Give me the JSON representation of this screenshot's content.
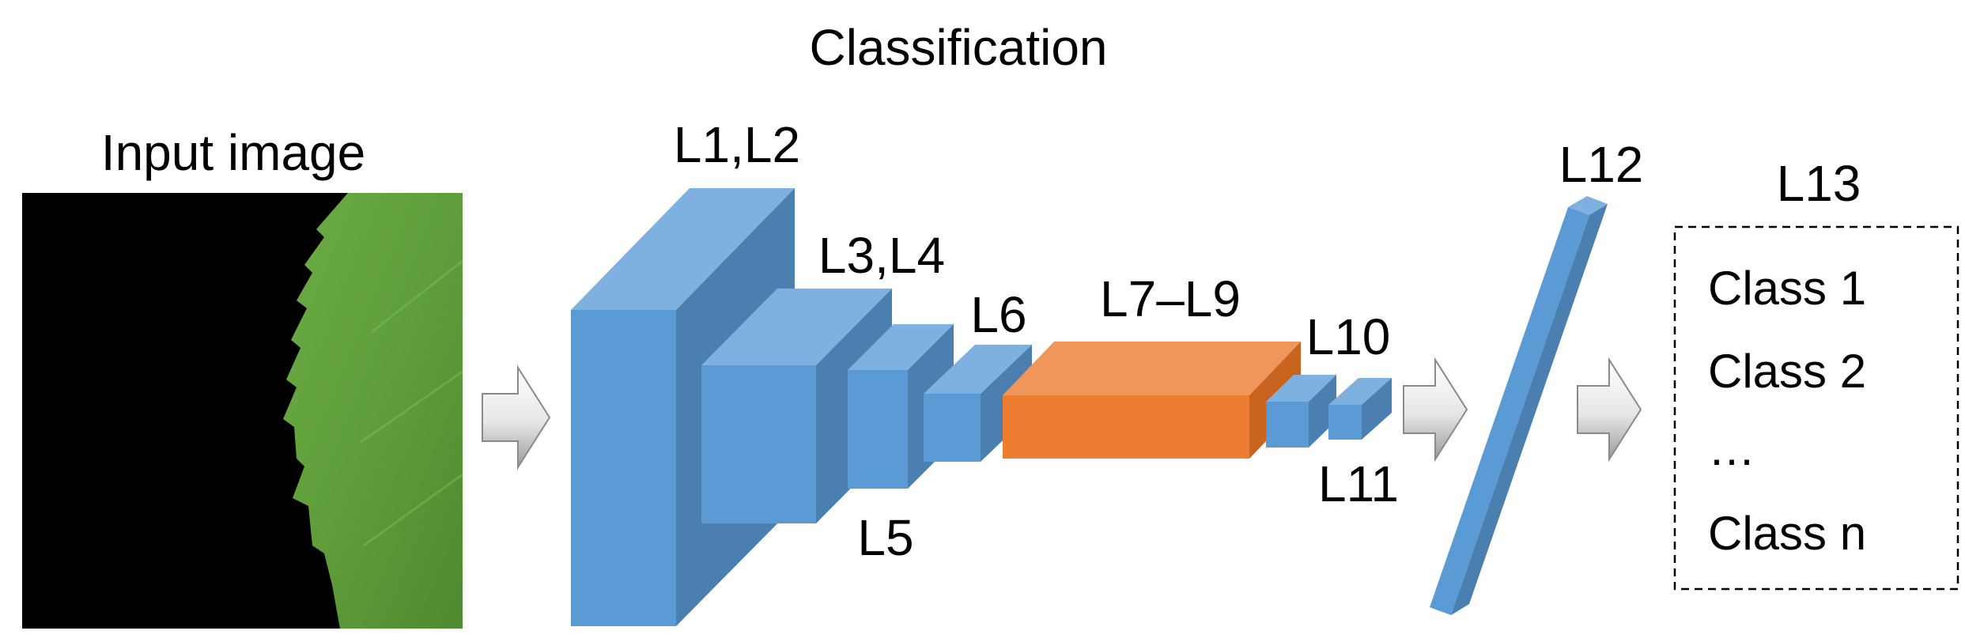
{
  "title": "Classification",
  "input_label": "Input image",
  "layers": {
    "l1_l2": "L1,L2",
    "l3_l4": "L3,L4",
    "l5": "L5",
    "l6": "L6",
    "l7_l9": "L7–L9",
    "l10": "L10",
    "l11": "L11",
    "l12": "L12",
    "l13": "L13"
  },
  "output_classes": [
    "Class 1",
    "Class 2",
    "…",
    "Class n"
  ],
  "colors": {
    "block_front": "#5b9bd5",
    "block_top": "#7eb0e0",
    "block_side": "#4a7fb0",
    "dense_front": "#ed7d31",
    "dense_top": "#f0965a",
    "dense_side": "#c8641f",
    "leaf": "#63a33e",
    "input_bg": "#000000"
  }
}
